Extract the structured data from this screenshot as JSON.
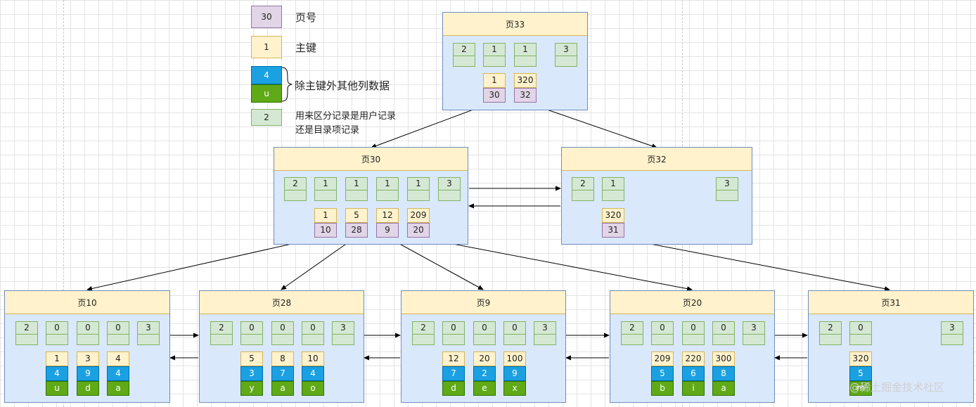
{
  "legend": {
    "page_no": {
      "value": "30",
      "label": "页号"
    },
    "primary_key": {
      "value": "1",
      "label": "主键"
    },
    "other_columns": {
      "value1": "4",
      "value2": "u",
      "label": "除主键外其他列数据"
    },
    "record_type": {
      "value": "2",
      "label_line1": "用来区分记录是用户记录",
      "label_line2": "还是目录项记录"
    }
  },
  "pages": {
    "p33": {
      "title": "页33",
      "cells": [
        "2",
        "1",
        "1",
        "3"
      ],
      "keys": [
        "1",
        "320"
      ],
      "pages": [
        "30",
        "32"
      ]
    },
    "p30": {
      "title": "页30",
      "cells": [
        "2",
        "1",
        "1",
        "1",
        "1",
        "3"
      ],
      "keys": [
        "1",
        "5",
        "12",
        "209"
      ],
      "pages": [
        "10",
        "28",
        "9",
        "20"
      ]
    },
    "p32": {
      "title": "页32",
      "cells": [
        "2",
        "1",
        "3"
      ],
      "keys": [
        "320"
      ],
      "pages": [
        "31"
      ]
    },
    "p10": {
      "title": "页10",
      "cells": [
        "2",
        "0",
        "0",
        "0",
        "3"
      ],
      "keys": [
        "1",
        "3",
        "4"
      ],
      "col1": [
        "4",
        "9",
        "4"
      ],
      "col2": [
        "u",
        "d",
        "a"
      ]
    },
    "p28": {
      "title": "页28",
      "cells": [
        "2",
        "0",
        "0",
        "0",
        "3"
      ],
      "keys": [
        "5",
        "8",
        "10"
      ],
      "col1": [
        "3",
        "7",
        "4"
      ],
      "col2": [
        "y",
        "a",
        "o"
      ]
    },
    "p9": {
      "title": "页9",
      "cells": [
        "2",
        "0",
        "0",
        "0",
        "3"
      ],
      "keys": [
        "12",
        "20",
        "100"
      ],
      "col1": [
        "7",
        "2",
        "9"
      ],
      "col2": [
        "d",
        "e",
        "x"
      ]
    },
    "p20": {
      "title": "页20",
      "cells": [
        "2",
        "0",
        "0",
        "0",
        "3"
      ],
      "keys": [
        "209",
        "220",
        "300"
      ],
      "col1": [
        "5",
        "6",
        "8"
      ],
      "col2": [
        "b",
        "i",
        "a"
      ]
    },
    "p31": {
      "title": "页31",
      "cells": [
        "2",
        "0",
        "3"
      ],
      "keys": [
        "320"
      ],
      "col1": [
        "5"
      ],
      "col2": [
        "m"
      ]
    }
  },
  "watermark": "@稀土掘金技术社区"
}
